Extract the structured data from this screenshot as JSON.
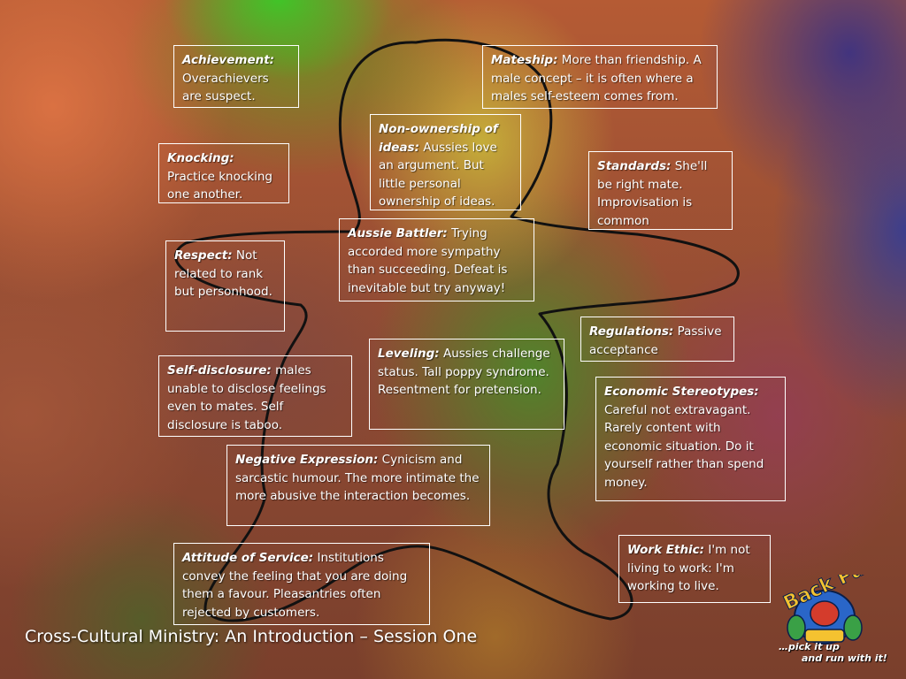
{
  "slide": {
    "footer_title": "Cross-Cultural Ministry: An Introduction – Session One",
    "tagline_line1": "…pick it up",
    "tagline_line2": "and run with it!",
    "logo_text": "Back Pack"
  },
  "boxes": {
    "achievement": {
      "term": "Achievement:",
      "text": "Overachievers are suspect."
    },
    "mateship": {
      "term": "Mateship:",
      "text": "More than friendship. A male concept – it is often where a males self-esteem comes from."
    },
    "non_ownership": {
      "term": "Non-ownership of ideas:",
      "text": "Aussies love an argument. But little personal ownership of ideas."
    },
    "knocking": {
      "term": "Knocking:",
      "text": "Practice knocking one another."
    },
    "standards": {
      "term": "Standards:",
      "text": "She'll be right mate. Improvisation is common"
    },
    "aussie_battler": {
      "term": "Aussie Battler:",
      "text": "Trying accorded more sympathy than succeeding. Defeat is inevitable but try anyway!"
    },
    "respect": {
      "term": "Respect:",
      "text": "Not related to rank but personhood."
    },
    "regulations": {
      "term": "Regulations:",
      "text": "Passive acceptance"
    },
    "leveling": {
      "term": "Leveling:",
      "text": "Aussies challenge status. Tall poppy syndrome. Resentment for pretension."
    },
    "self_disclosure": {
      "term": "Self-disclosure:",
      "text": "males unable to disclose feelings even to mates. Self disclosure is taboo."
    },
    "economic": {
      "term": "Economic Stereotypes:",
      "text": "Careful not extravagant. Rarely content with economic situation. Do it yourself rather than spend money."
    },
    "negative": {
      "term": "Negative Expression:",
      "text": "Cynicism and sarcastic humour. The more intimate the more abusive the interaction becomes."
    },
    "attitude": {
      "term": "Attitude of Service:",
      "text": "Institutions convey the feeling that you are doing them a favour. Pleasantries often rejected by customers."
    },
    "work_ethic": {
      "term": "Work Ethic:",
      "text": "I'm not living to work: I'm working to live."
    }
  },
  "colors": {
    "box_border": "#ffffff",
    "text": "#ffffff",
    "outline": "#111111"
  },
  "icons": {
    "logo": "backpack-logo-icon",
    "figure": "gingerbread-person-outline-icon"
  }
}
